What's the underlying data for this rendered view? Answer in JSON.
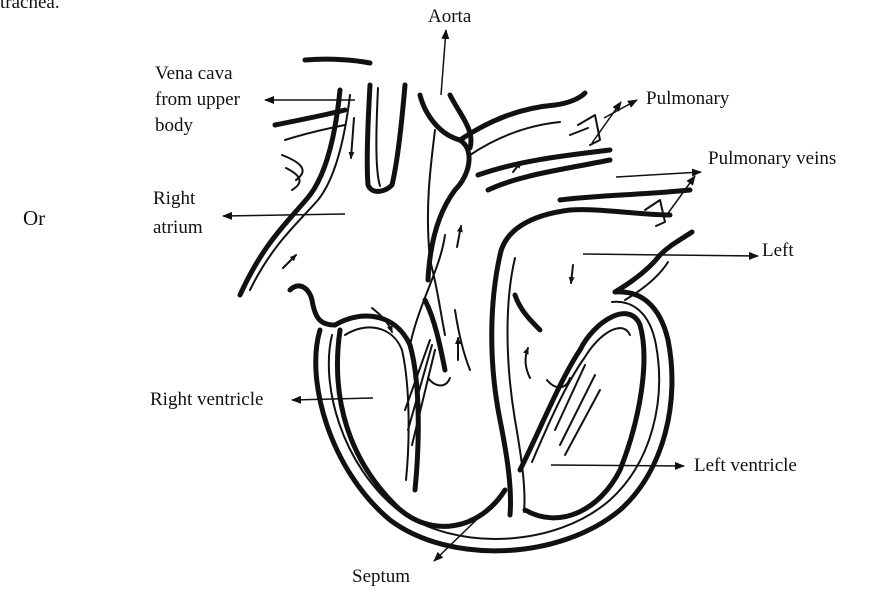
{
  "header": {
    "partial_text": "trachea."
  },
  "side_note": "Or",
  "labels": {
    "aorta": "Aorta",
    "vena_cava_line1": "Vena cava",
    "vena_cava_line2": "from upper",
    "vena_cava_line3": "body",
    "pulmonary": "Pulmonary",
    "pulmonary_veins": "Pulmonary veins",
    "right_atrium_line1": "Right",
    "right_atrium_line2": "atrium",
    "left": "Left",
    "right_ventricle": "Right ventricle",
    "left_ventricle": "Left ventricle",
    "septum": "Septum"
  }
}
